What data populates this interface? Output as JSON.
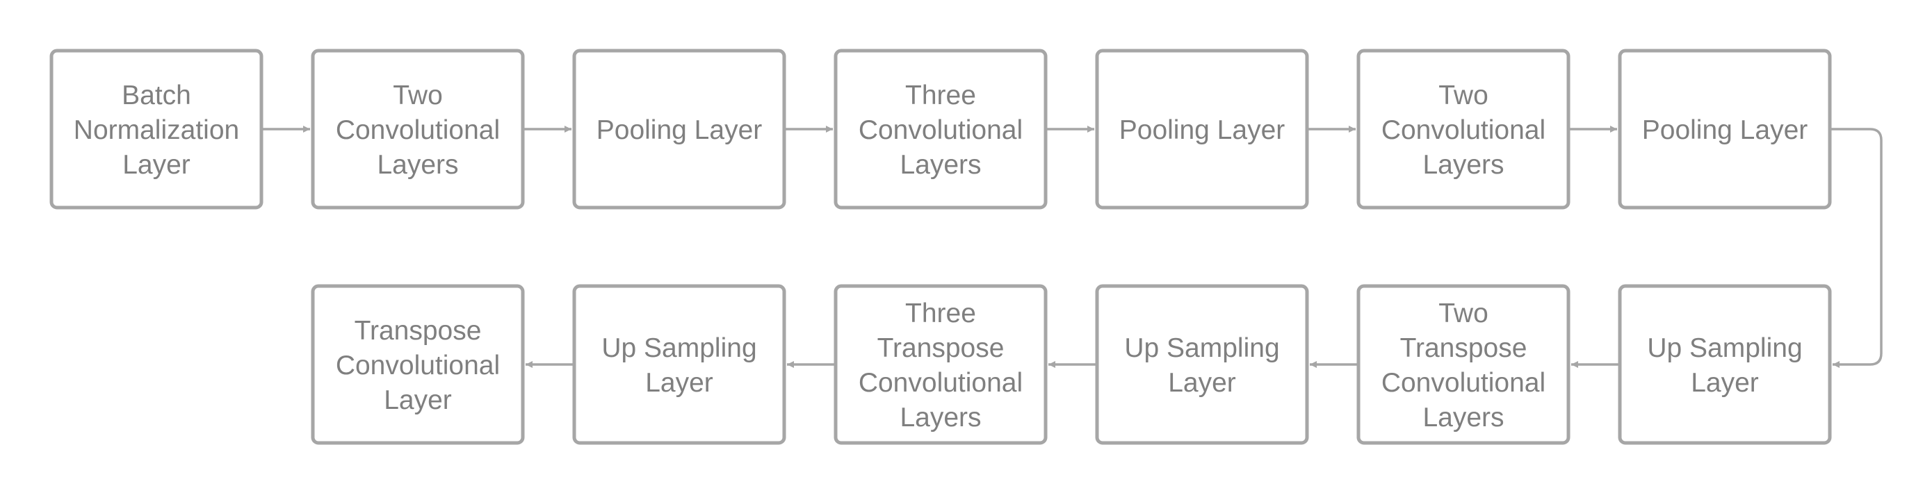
{
  "diagram": {
    "nodes": [
      {
        "id": "n1",
        "lines": [
          "Batch",
          "Normalization",
          "Layer"
        ]
      },
      {
        "id": "n2",
        "lines": [
          "Two",
          "Convolutional",
          "Layers"
        ]
      },
      {
        "id": "n3",
        "lines": [
          "Pooling Layer"
        ]
      },
      {
        "id": "n4",
        "lines": [
          "Three",
          "Convolutional",
          "Layers"
        ]
      },
      {
        "id": "n5",
        "lines": [
          "Pooling Layer"
        ]
      },
      {
        "id": "n6",
        "lines": [
          "Two",
          "Convolutional",
          "Layers"
        ]
      },
      {
        "id": "n7",
        "lines": [
          "Pooling Layer"
        ]
      },
      {
        "id": "n8",
        "lines": [
          "Up Sampling",
          "Layer"
        ]
      },
      {
        "id": "n9",
        "lines": [
          "Two",
          "Transpose",
          "Convolutional",
          "Layers"
        ]
      },
      {
        "id": "n10",
        "lines": [
          "Up Sampling",
          "Layer"
        ]
      },
      {
        "id": "n11",
        "lines": [
          "Three",
          "Transpose",
          "Convolutional",
          "Layers"
        ]
      },
      {
        "id": "n12",
        "lines": [
          "Up Sampling",
          "Layer"
        ]
      },
      {
        "id": "n13",
        "lines": [
          "Transpose",
          "Convolutional",
          "Layer"
        ]
      }
    ],
    "edges": [
      {
        "from": "n1",
        "to": "n2"
      },
      {
        "from": "n2",
        "to": "n3"
      },
      {
        "from": "n3",
        "to": "n4"
      },
      {
        "from": "n4",
        "to": "n5"
      },
      {
        "from": "n5",
        "to": "n6"
      },
      {
        "from": "n6",
        "to": "n7"
      },
      {
        "from": "n7",
        "to": "n8"
      },
      {
        "from": "n8",
        "to": "n9"
      },
      {
        "from": "n9",
        "to": "n10"
      },
      {
        "from": "n10",
        "to": "n11"
      },
      {
        "from": "n11",
        "to": "n12"
      },
      {
        "from": "n12",
        "to": "n13"
      }
    ],
    "colors": {
      "stroke": "#a6a6a6",
      "text": "#7f7f7f",
      "background": "#ffffff"
    }
  }
}
